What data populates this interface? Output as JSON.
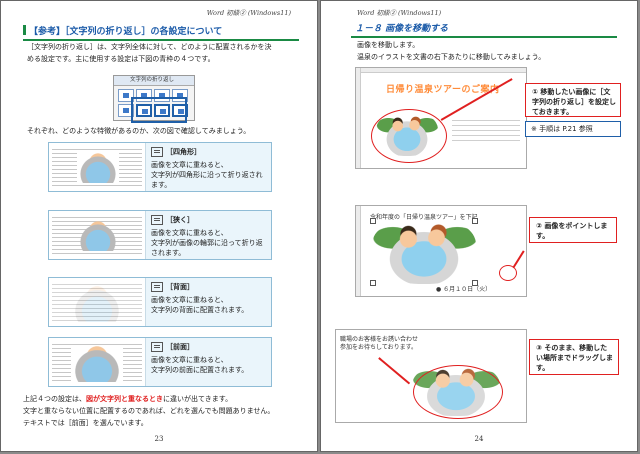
{
  "left_page": {
    "running_head": "Word 初級② (Windows11)",
    "section_title": "【参考】［文字列の折り返し］の各設定について",
    "intro_line1": "［文字列の折り返し］は、文字列全体に対して、どのように配置されるかを決",
    "intro_line2": "める設定です。主に使用する設定は下図の青枠の４つです。",
    "menu_label": "文字列の折り返し",
    "lead_text": "それぞれ、どのような特徴があるのか、次の図で確認してみましょう。",
    "options": [
      {
        "title": "［四角形］",
        "desc1": "画像を文章に重ねると、",
        "desc2": "文字列が四角形に沿って折り返され",
        "desc3": "ます。"
      },
      {
        "title": "［狭く］",
        "desc1": "画像を文章に重ねると、",
        "desc2": "文字列が画像の輪郭に沿って折り返",
        "desc3": "されます。"
      },
      {
        "title": "［背面］",
        "desc1": "画像を文章に重ねると、",
        "desc2": "文字列の背面に配置されます。",
        "desc3": ""
      },
      {
        "title": "［前面］",
        "desc1": "画像を文章に重ねると、",
        "desc2": "文字列の前面に配置されます。",
        "desc3": ""
      }
    ],
    "summary_pre": "上記４つの設定は、",
    "summary_red": "図が文字列と重なるとき",
    "summary_post": "に違いが出てきます。",
    "summary_line2": "文字と重ならない位置に配置するのであれば、どれを選んでも問題ありません。",
    "summary_line3": "テキストでは［前面］を選んでいます。",
    "page_number": "23"
  },
  "right_page": {
    "running_head": "Word 初級② (Windows11)",
    "section_title": "１－８ 画像を移動する",
    "intro_line1": "画像を移動します。",
    "intro_line2": "温泉のイラストを文書の右下あたりに移動してみましょう。",
    "wordart": "日帰り温泉ツアーのご案内",
    "callout1": "① 移動したい画像に［文字列の折り返し］を設定しておきます。",
    "note": "※ 手順は P.21 参照",
    "doc_text2": "令和年度の「日帰り温泉ツアー」を下記",
    "doc_date": "● ６月１０日（火）",
    "callout2": "② 画像をポイントします。",
    "doc_text3a": "職場のお客様をお誘い合わせ",
    "doc_text3b": "参加をお待ちしております。",
    "callout3": "③ そのまま、移動したい場所までドラッグします。",
    "page_number": "24"
  }
}
